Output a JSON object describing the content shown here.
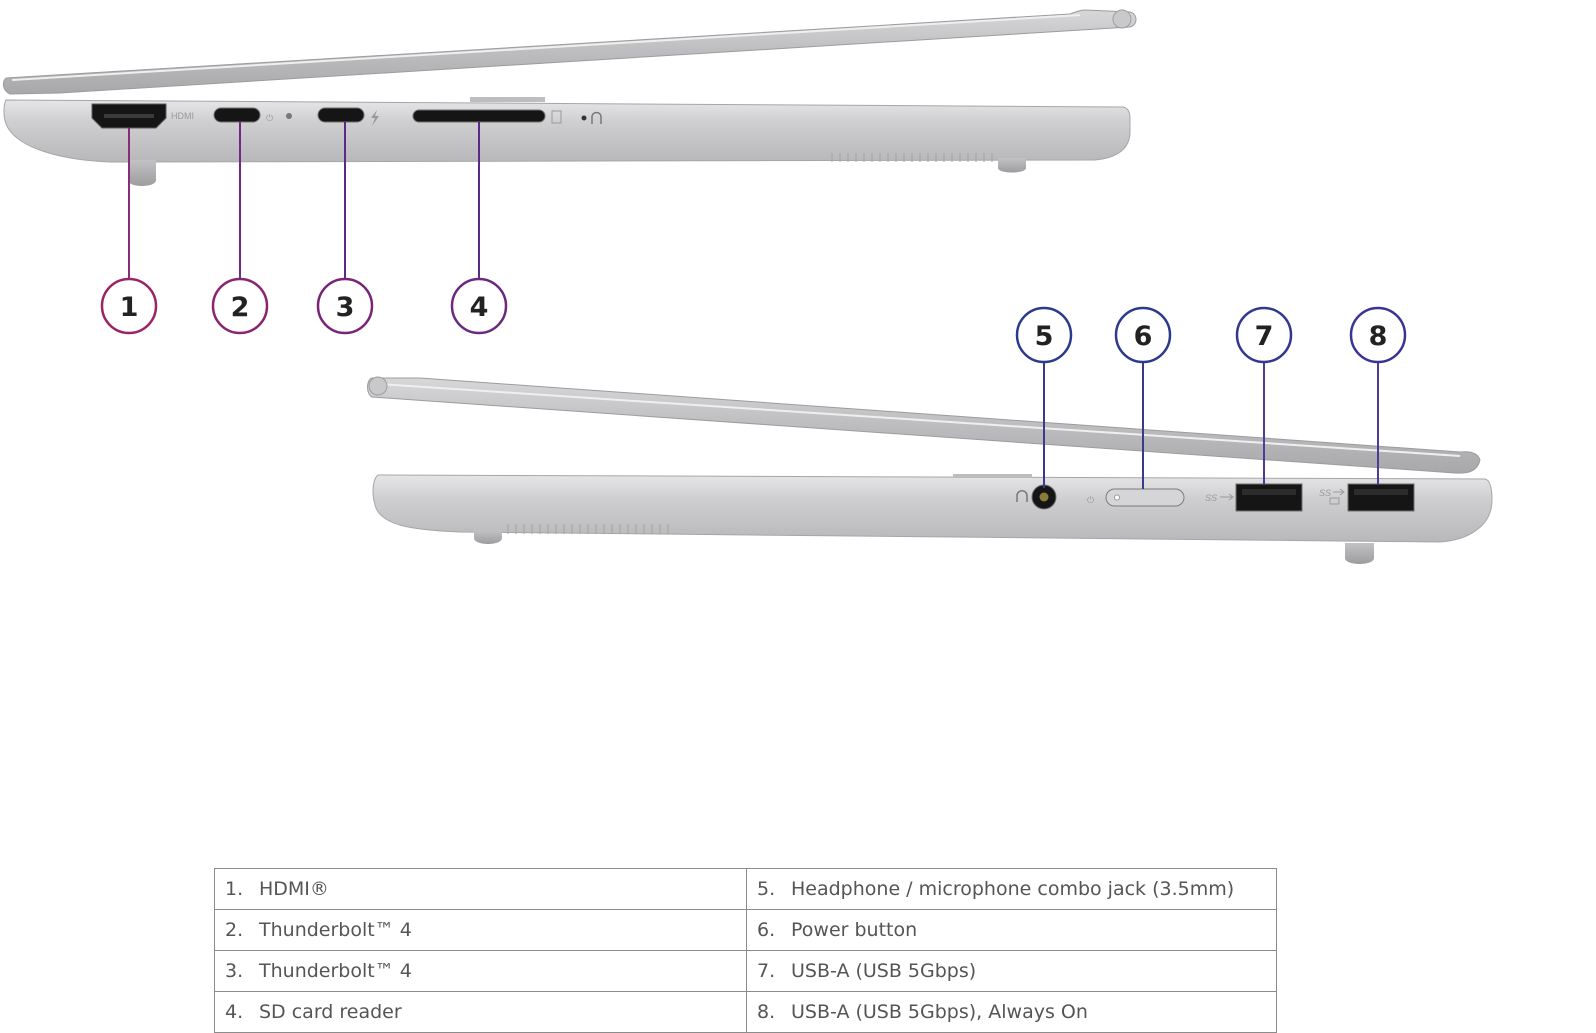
{
  "figure": {
    "views": [
      "left-side",
      "right-side"
    ],
    "port_marks": {
      "left_hdmi": "HDMI",
      "usb_superspeed": "SS"
    },
    "colors": {
      "left_callout": "#9b2465",
      "right_callout": "#2b3a8c",
      "leader_left": "#8a2a7a",
      "leader_right": "#4a3c9a",
      "chassis": "#c4c4c6",
      "port_black": "#151515",
      "body_text": "#555555",
      "table_border": "#8c8c8c"
    }
  },
  "callouts": [
    {
      "number": "1",
      "side": "left"
    },
    {
      "number": "2",
      "side": "left"
    },
    {
      "number": "3",
      "side": "left"
    },
    {
      "number": "4",
      "side": "left"
    },
    {
      "number": "5",
      "side": "right"
    },
    {
      "number": "6",
      "side": "right"
    },
    {
      "number": "7",
      "side": "right"
    },
    {
      "number": "8",
      "side": "right"
    }
  ],
  "legend": {
    "rows": [
      {
        "left": {
          "num": "1.",
          "label": "HDMI®"
        },
        "right": {
          "num": "5.",
          "label": "Headphone / microphone combo jack (3.5mm)"
        }
      },
      {
        "left": {
          "num": "2.",
          "label": "Thunderbolt™ 4"
        },
        "right": {
          "num": "6.",
          "label": "Power button"
        }
      },
      {
        "left": {
          "num": "3.",
          "label": "Thunderbolt™ 4"
        },
        "right": {
          "num": "7.",
          "label": "USB-A (USB 5Gbps)"
        }
      },
      {
        "left": {
          "num": "4.",
          "label": "SD card reader"
        },
        "right": {
          "num": "8.",
          "label": "USB-A (USB 5Gbps), Always On"
        }
      }
    ]
  }
}
